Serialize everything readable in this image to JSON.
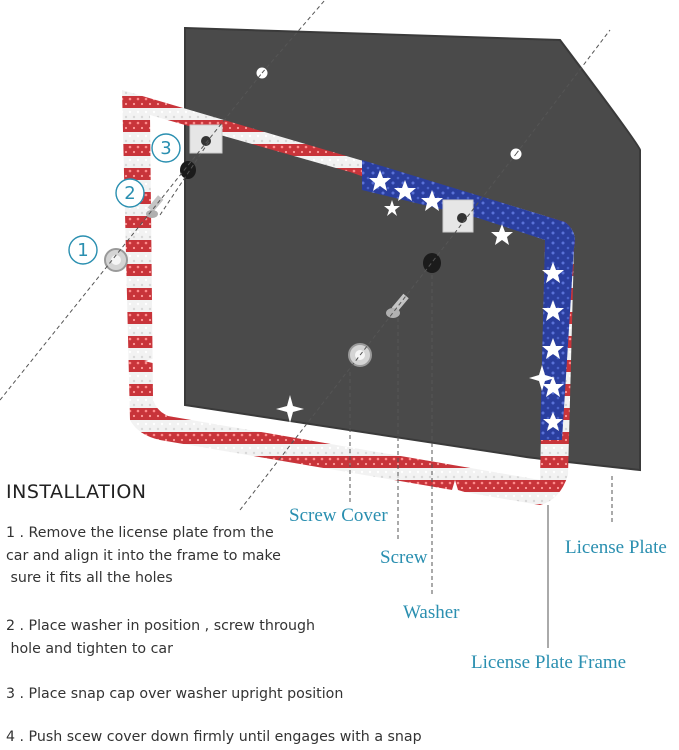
{
  "callouts": [
    "1",
    "2",
    "3"
  ],
  "labels": {
    "screw_cover": "Screw Cover",
    "screw": "Screw",
    "washer": "Washer",
    "license_plate": "License Plate",
    "license_plate_frame": "License Plate Frame"
  },
  "installation": {
    "title": "INSTALLATION",
    "steps": [
      {
        "line1": "1 . Remove the license plate from the",
        "line2": "car and align it into the frame to make",
        "line3": " sure it fits all the holes"
      },
      {
        "line1": "2 . Place washer in position , screw through",
        "line2": " hole and tighten to car"
      },
      {
        "line1": "3 . Place snap cap over washer upright position"
      },
      {
        "line1": "4 . Push scew cover down firmly until engages with a snap"
      }
    ]
  },
  "colors": {
    "accent": "#2a8fb0",
    "plate": "#4a4a4a",
    "rhinestone_red": "#c8343a",
    "rhinestone_blue": "#2a3e9e",
    "rhinestone_white": "#f1f1f1"
  }
}
